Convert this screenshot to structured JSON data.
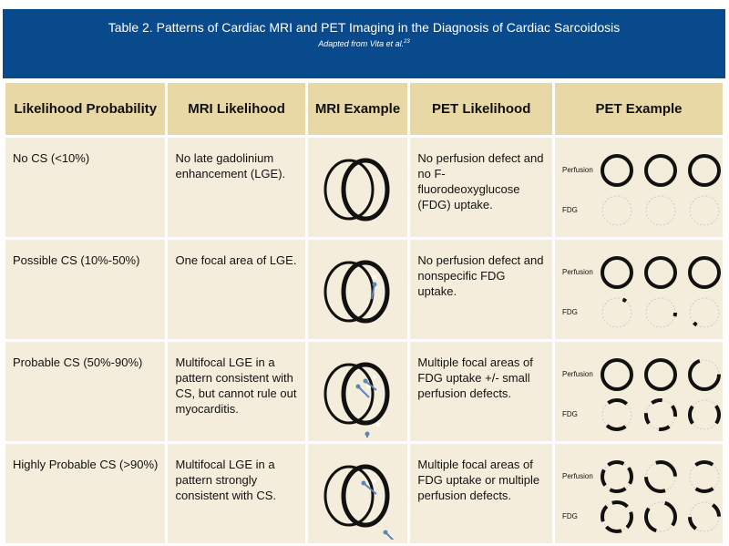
{
  "title": {
    "prefix": "Table 2.",
    "main": " Patterns of Cardiac MRI and PET Imaging in the Diagnosis of Cardiac Sarcoidosis",
    "subtitle": "Adapted from Vita et al.",
    "ref": "23"
  },
  "headers": [
    "Likelihood Probability",
    "MRI Likelihood",
    "MRI Example",
    "PET Likelihood",
    "PET Example"
  ],
  "pet_labels": {
    "perfusion": "Perfusion",
    "fdg": "FDG"
  },
  "rows": [
    {
      "probability": "No CS (<10%)",
      "mri": "No late gadolinium enhancement (LGE).",
      "pet": "No perfusion defect and no F-fluorodeoxyglucose (FDG) uptake."
    },
    {
      "probability": "Possible CS (10%-50%)",
      "mri": "One focal area of LGE.",
      "pet": "No perfusion defect and nonspecific FDG uptake."
    },
    {
      "probability": "Probable CS (50%-90%)",
      "mri": "Multifocal LGE in a pattern consistent with CS, but cannot rule out myocarditis.",
      "pet": "Multiple focal areas of FDG uptake +/- small perfusion defects."
    },
    {
      "probability": "Highly Probable CS (>90%)",
      "mri": "Multifocal LGE in a pattern strongly consistent with CS.",
      "pet": "Multiple focal areas of FDG uptake or multiple perfusion defects."
    }
  ],
  "colors": {
    "banner": "#084a8c",
    "header": "#e8d8a6",
    "cell": "#f4eddb",
    "arrow": "#5b86b5"
  }
}
